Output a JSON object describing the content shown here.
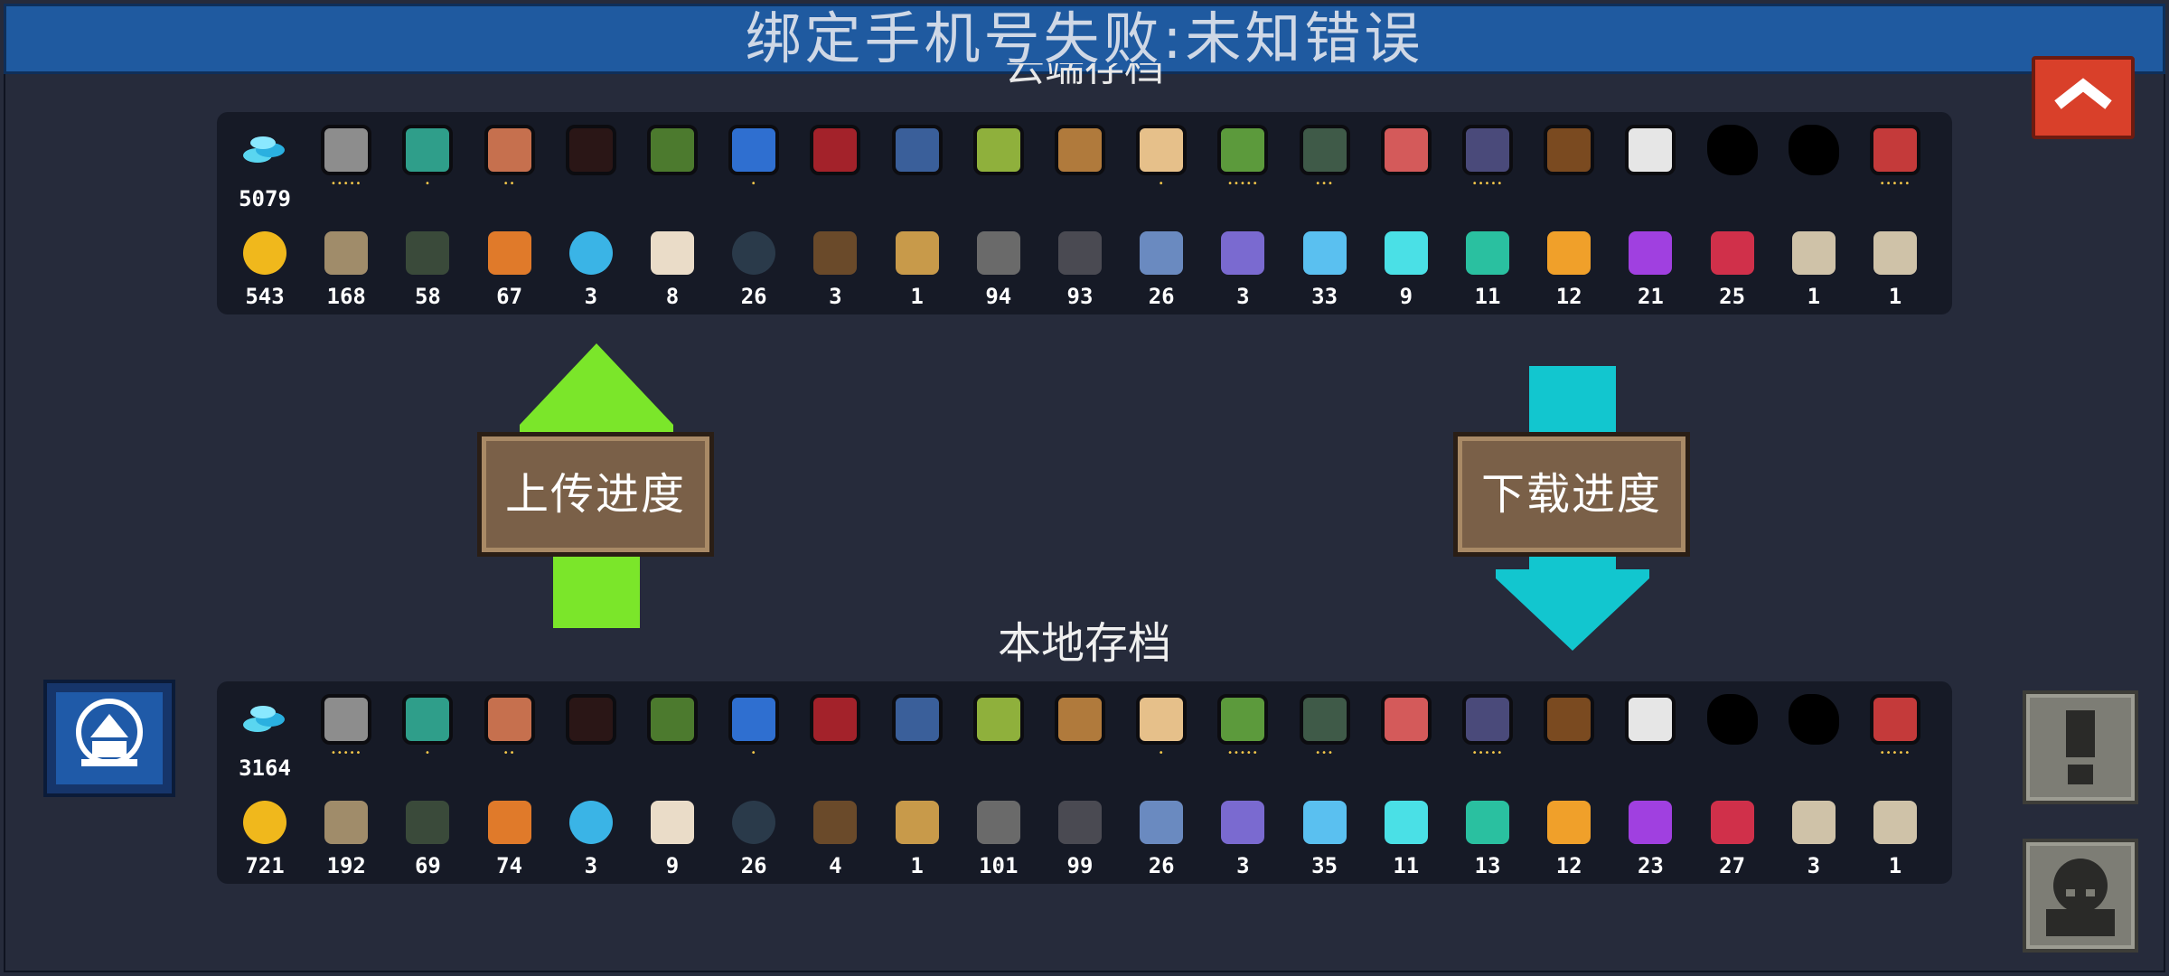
{
  "banner": {
    "text": "绑定手机号失败:未知错误"
  },
  "cloud": {
    "title": "云端存档",
    "gems": "5079",
    "heroes": [
      {
        "icon": "knight-icon",
        "stars": "•••••",
        "color": "#8d8d8d"
      },
      {
        "icon": "rogue-icon",
        "stars": "•",
        "color": "#2f9e8a"
      },
      {
        "icon": "witch-icon",
        "stars": "••",
        "color": "#c6704e"
      },
      {
        "icon": "assassin-icon",
        "stars": "",
        "color": "#2a1616"
      },
      {
        "icon": "engineer-icon",
        "stars": "",
        "color": "#4c7a2e"
      },
      {
        "icon": "robot-icon",
        "stars": "•",
        "color": "#2f6fd0"
      },
      {
        "icon": "vampire-icon",
        "stars": "",
        "color": "#a3222a"
      },
      {
        "icon": "paladin-icon",
        "stars": "",
        "color": "#3a5f9a"
      },
      {
        "icon": "elf-icon",
        "stars": "",
        "color": "#8fb03c"
      },
      {
        "icon": "werewolf-icon",
        "stars": "",
        "color": "#b07a3c"
      },
      {
        "icon": "priest-icon",
        "stars": "•",
        "color": "#e6c08a"
      },
      {
        "icon": "druid-icon",
        "stars": "•••••",
        "color": "#5c9a3c"
      },
      {
        "icon": "berserker-icon",
        "stars": "•••",
        "color": "#3f5a48"
      },
      {
        "icon": "taoist-icon",
        "stars": "",
        "color": "#d45a5a"
      },
      {
        "icon": "necromancer-icon",
        "stars": "•••••",
        "color": "#4a4a7a"
      },
      {
        "icon": "officer-icon",
        "stars": "",
        "color": "#7a4a20"
      },
      {
        "icon": "swordsman-icon",
        "stars": "",
        "color": "#e6e6e6"
      },
      {
        "icon": "locked-hero-icon",
        "stars": "",
        "color": "#000000"
      },
      {
        "icon": "locked-hero-icon",
        "stars": "",
        "color": "#000000"
      },
      {
        "icon": "jester-icon",
        "stars": "•••••",
        "color": "#c43a3a"
      }
    ],
    "materials": [
      {
        "icon": "gold-coin-icon",
        "count": "543",
        "color": "#f0b81c"
      },
      {
        "icon": "wood-icon",
        "count": "168",
        "color": "#a08c6a"
      },
      {
        "icon": "battery-icon",
        "count": "58",
        "color": "#3a4a3a"
      },
      {
        "icon": "ore-icon",
        "count": "67",
        "color": "#e07a2a"
      },
      {
        "icon": "orb-icon",
        "count": "3",
        "color": "#3ab4e6"
      },
      {
        "icon": "seed-bag-icon",
        "count": "8",
        "color": "#eadcc8"
      },
      {
        "icon": "feather-icon",
        "count": "26",
        "color": "#2a3a4a"
      },
      {
        "icon": "horn-icon",
        "count": "3",
        "color": "#6a4a2a"
      },
      {
        "icon": "shell-icon",
        "count": "1",
        "color": "#c89a4a"
      },
      {
        "icon": "gear-icon",
        "count": "94",
        "color": "#6a6a6a"
      },
      {
        "icon": "coal-icon",
        "count": "93",
        "color": "#4a4a52"
      },
      {
        "icon": "cloth-icon",
        "count": "26",
        "color": "#6a8ac0"
      },
      {
        "icon": "purple-crystal-icon",
        "count": "3",
        "color": "#7a6ad0"
      },
      {
        "icon": "blue-crystal-icon",
        "count": "33",
        "color": "#5ac0f0"
      },
      {
        "icon": "cyan-crystal-icon",
        "count": "9",
        "color": "#4ae0e6"
      },
      {
        "icon": "teal-crystal-icon",
        "count": "11",
        "color": "#2ac0a0"
      },
      {
        "icon": "orange-crystal-icon",
        "count": "12",
        "color": "#f0a02a"
      },
      {
        "icon": "violet-crystal-icon",
        "count": "21",
        "color": "#a040e0"
      },
      {
        "icon": "red-crystal-icon",
        "count": "25",
        "color": "#d0304a"
      },
      {
        "icon": "scroll-icon",
        "count": "1",
        "color": "#cfc2a8"
      },
      {
        "icon": "scroll-icon",
        "count": "1",
        "color": "#cfc2a8"
      }
    ]
  },
  "local": {
    "title": "本地存档",
    "gems": "3164",
    "heroes": [
      {
        "icon": "knight-icon",
        "stars": "•••••",
        "color": "#8d8d8d"
      },
      {
        "icon": "rogue-icon",
        "stars": "•",
        "color": "#2f9e8a"
      },
      {
        "icon": "witch-icon",
        "stars": "••",
        "color": "#c6704e"
      },
      {
        "icon": "assassin-icon",
        "stars": "",
        "color": "#2a1616"
      },
      {
        "icon": "engineer-icon",
        "stars": "",
        "color": "#4c7a2e"
      },
      {
        "icon": "robot-icon",
        "stars": "•",
        "color": "#2f6fd0"
      },
      {
        "icon": "vampire-icon",
        "stars": "",
        "color": "#a3222a"
      },
      {
        "icon": "paladin-icon",
        "stars": "",
        "color": "#3a5f9a"
      },
      {
        "icon": "elf-icon",
        "stars": "",
        "color": "#8fb03c"
      },
      {
        "icon": "werewolf-icon",
        "stars": "",
        "color": "#b07a3c"
      },
      {
        "icon": "priest-icon",
        "stars": "•",
        "color": "#e6c08a"
      },
      {
        "icon": "druid-icon",
        "stars": "•••••",
        "color": "#5c9a3c"
      },
      {
        "icon": "berserker-icon",
        "stars": "•••",
        "color": "#3f5a48"
      },
      {
        "icon": "taoist-icon",
        "stars": "",
        "color": "#d45a5a"
      },
      {
        "icon": "necromancer-icon",
        "stars": "•••••",
        "color": "#4a4a7a"
      },
      {
        "icon": "officer-icon",
        "stars": "",
        "color": "#7a4a20"
      },
      {
        "icon": "swordsman-icon",
        "stars": "",
        "color": "#e6e6e6"
      },
      {
        "icon": "locked-hero-icon",
        "stars": "",
        "color": "#000000"
      },
      {
        "icon": "locked-hero-icon",
        "stars": "",
        "color": "#000000"
      },
      {
        "icon": "jester-icon",
        "stars": "•••••",
        "color": "#c43a3a"
      }
    ],
    "materials": [
      {
        "icon": "gold-coin-icon",
        "count": "721",
        "color": "#f0b81c"
      },
      {
        "icon": "wood-icon",
        "count": "192",
        "color": "#a08c6a"
      },
      {
        "icon": "battery-icon",
        "count": "69",
        "color": "#3a4a3a"
      },
      {
        "icon": "ore-icon",
        "count": "74",
        "color": "#e07a2a"
      },
      {
        "icon": "orb-icon",
        "count": "3",
        "color": "#3ab4e6"
      },
      {
        "icon": "seed-bag-icon",
        "count": "9",
        "color": "#eadcc8"
      },
      {
        "icon": "feather-icon",
        "count": "26",
        "color": "#2a3a4a"
      },
      {
        "icon": "horn-icon",
        "count": "4",
        "color": "#6a4a2a"
      },
      {
        "icon": "shell-icon",
        "count": "1",
        "color": "#c89a4a"
      },
      {
        "icon": "gear-icon",
        "count": "101",
        "color": "#6a6a6a"
      },
      {
        "icon": "coal-icon",
        "count": "99",
        "color": "#4a4a52"
      },
      {
        "icon": "cloth-icon",
        "count": "26",
        "color": "#6a8ac0"
      },
      {
        "icon": "purple-crystal-icon",
        "count": "3",
        "color": "#7a6ad0"
      },
      {
        "icon": "blue-crystal-icon",
        "count": "35",
        "color": "#5ac0f0"
      },
      {
        "icon": "cyan-crystal-icon",
        "count": "11",
        "color": "#4ae0e6"
      },
      {
        "icon": "teal-crystal-icon",
        "count": "13",
        "color": "#2ac0a0"
      },
      {
        "icon": "orange-crystal-icon",
        "count": "12",
        "color": "#f0a02a"
      },
      {
        "icon": "violet-crystal-icon",
        "count": "23",
        "color": "#a040e0"
      },
      {
        "icon": "red-crystal-icon",
        "count": "27",
        "color": "#d0304a"
      },
      {
        "icon": "scroll-icon",
        "count": "3",
        "color": "#cfc2a8"
      },
      {
        "icon": "scroll-icon",
        "count": "1",
        "color": "#cfc2a8"
      }
    ]
  },
  "actions": {
    "upload_label": "上传进度",
    "download_label": "下载进度"
  },
  "colors": {
    "upload_arrow": "#7be62a",
    "download_arrow": "#12c6cf"
  }
}
